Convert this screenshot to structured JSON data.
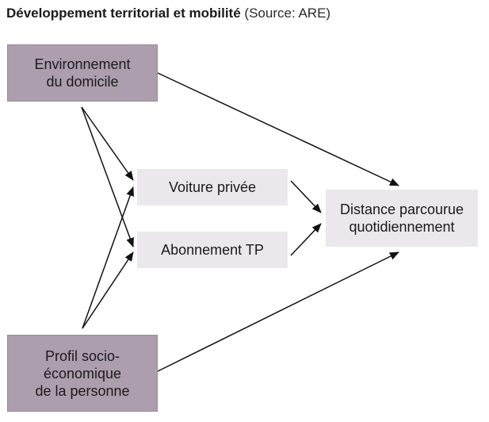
{
  "title": {
    "main": "Développement territorial et mobilité",
    "source": "(Source: ARE)"
  },
  "nodes": {
    "environment": {
      "lines": [
        "Environnement",
        "du domicile"
      ]
    },
    "profile": {
      "lines": [
        "Profil socio-",
        "économique",
        "de la personne"
      ]
    },
    "car": {
      "lines": [
        "Voiture privée"
      ]
    },
    "transit": {
      "lines": [
        "Abonnement TP"
      ]
    },
    "distance": {
      "lines": [
        "Distance parcourue",
        "quotidiennement"
      ]
    }
  },
  "edges": [
    {
      "from": "environment",
      "to": "car"
    },
    {
      "from": "environment",
      "to": "transit"
    },
    {
      "from": "environment",
      "to": "distance"
    },
    {
      "from": "profile",
      "to": "car"
    },
    {
      "from": "profile",
      "to": "transit"
    },
    {
      "from": "profile",
      "to": "distance"
    },
    {
      "from": "car",
      "to": "distance"
    },
    {
      "from": "transit",
      "to": "distance"
    }
  ],
  "colors": {
    "primary_box": "#ad9eae",
    "secondary_box": "#eae8ec",
    "arrow": "#111111"
  }
}
